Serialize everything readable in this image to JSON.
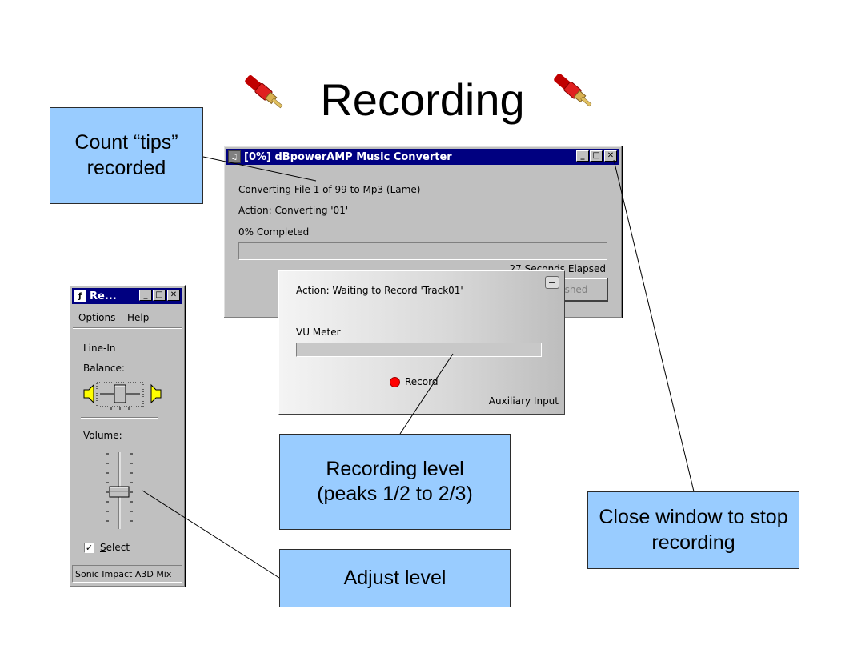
{
  "slide": {
    "title": "Recording"
  },
  "converter": {
    "title": "[0%] dBpowerAMP Music Converter",
    "status_line": "Converting File 1 of 99 to Mp3 (Lame)",
    "action_line": "Action: Converting '01'",
    "percent_line": "0% Completed",
    "progress": 0,
    "elapsed": "27 Seconds Elapsed",
    "button_label": "shed"
  },
  "recorder": {
    "action": "Action: Waiting to Record 'Track01'",
    "vu_label": "VU Meter",
    "vu_level": 0,
    "record_label": "Record",
    "record_color": "#ff0000",
    "input_label": "Auxiliary Input",
    "minimize_icon": "minus-icon"
  },
  "mixer": {
    "title": "Re...",
    "menu_options": "Options",
    "menu_options_mnemonic": "p",
    "menu_help": "Help",
    "menu_help_mnemonic": "H",
    "line_in": "Line-In",
    "balance_label": "Balance:",
    "volume_label": "Volume:",
    "select_label": "Select",
    "select_mnemonic": "S",
    "select_checked": true,
    "device": "Sonic Impact A3D Mix"
  },
  "callouts": {
    "count_tips": "Count “tips” recorded",
    "recording_level": "Recording level (peaks 1/2 to 2/3)",
    "adjust_level": "Adjust level",
    "close_window": "Close window to stop recording"
  },
  "colors": {
    "callout_fill": "#99ccff",
    "titlebar": "#000080",
    "window_face": "#c0c0c0"
  }
}
